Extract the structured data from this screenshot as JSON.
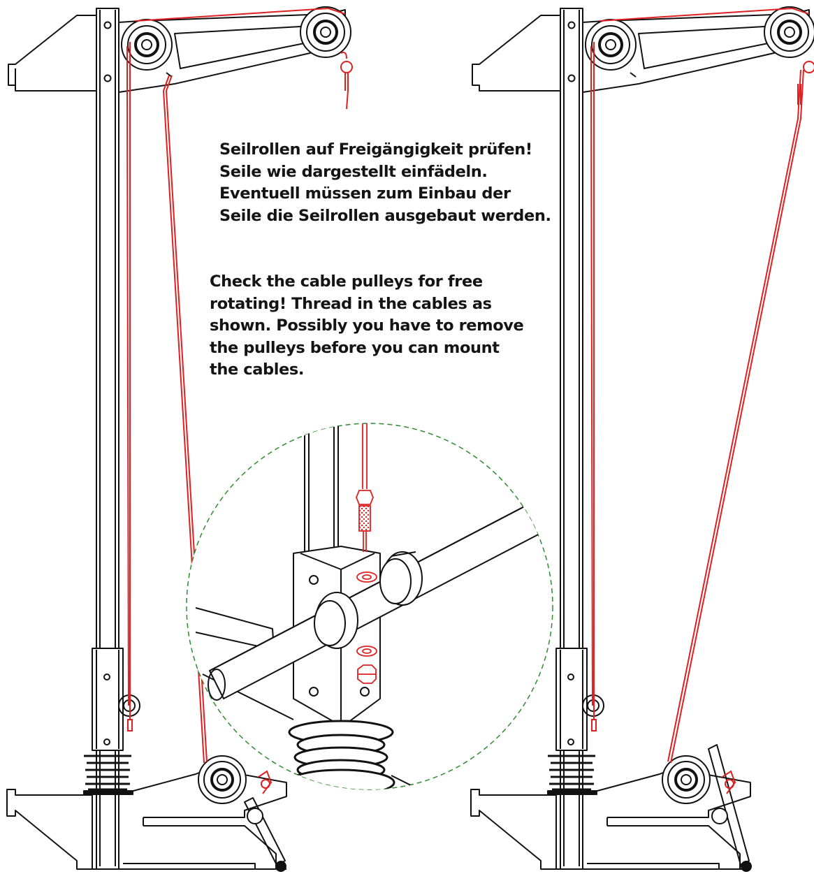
{
  "instructions": {
    "german": [
      "Seilrollen auf Freigängigkeit prüfen!",
      "Seile wie dargestellt einfädeln.",
      "Eventuell müssen zum Einbau der",
      "Seile die Seilrollen ausgebaut werden."
    ],
    "english": [
      "Check the cable pulleys for free",
      "rotating! Thread in the cables as",
      "shown. Possibly you have to remove",
      "the pulleys before you can mount",
      "the cables."
    ]
  },
  "colors": {
    "line": "#111111",
    "cable": "#e02020",
    "detail_circle": "#2e8b2e",
    "background": "#ffffff"
  }
}
